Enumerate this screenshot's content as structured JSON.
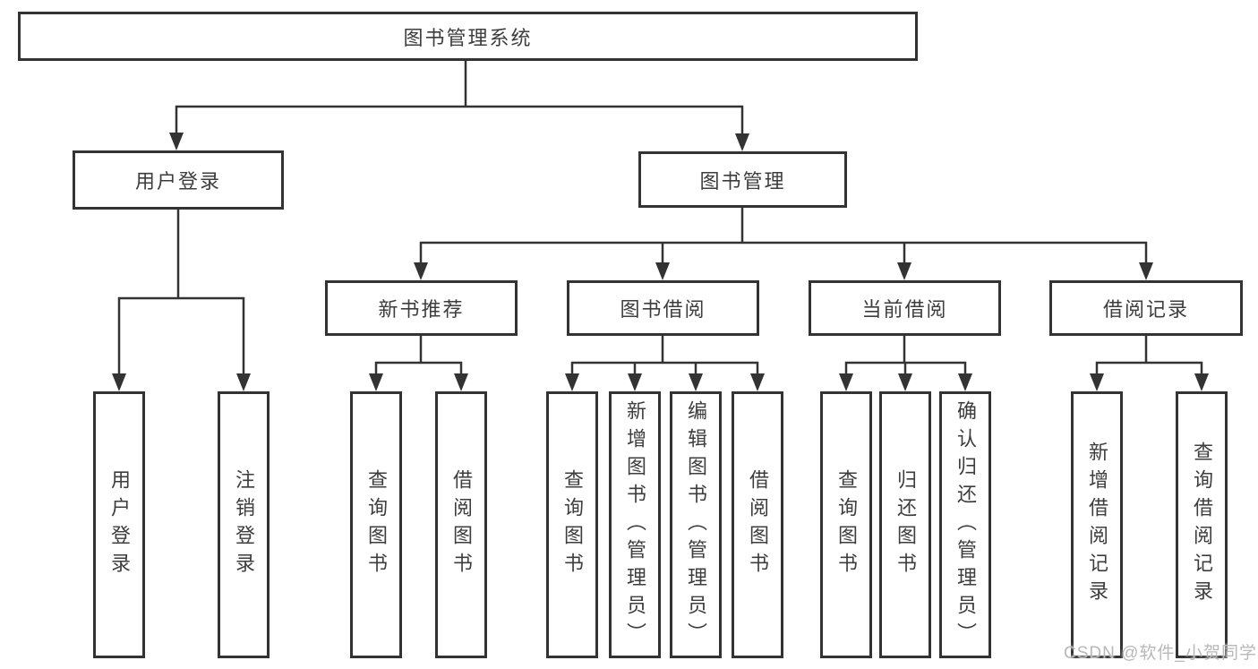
{
  "diagram": {
    "root": "图书管理系统",
    "branches": [
      {
        "label": "用户登录",
        "children": [
          "用户登录",
          "注销登录"
        ]
      },
      {
        "label": "图书管理",
        "groups": [
          {
            "label": "新书推荐",
            "children": [
              "查询图书",
              "借阅图书"
            ]
          },
          {
            "label": "图书借阅",
            "children": [
              "查询图书",
              "新增图书（管理员）",
              "编辑图书（管理员）",
              "借阅图书"
            ]
          },
          {
            "label": "当前借阅",
            "children": [
              "查询图书",
              "归还图书",
              "确认归还（管理员）"
            ]
          },
          {
            "label": "借阅记录",
            "children": [
              "新增借阅记录",
              "查询借阅记录"
            ]
          }
        ]
      }
    ]
  },
  "watermark": "CSDN @软件_小贺同学",
  "colors": {
    "line": "#333333",
    "text": "#3d3d3d",
    "background": "#ffffff",
    "box_bg": "#ffffff",
    "watermark": "#b8b8b8"
  }
}
